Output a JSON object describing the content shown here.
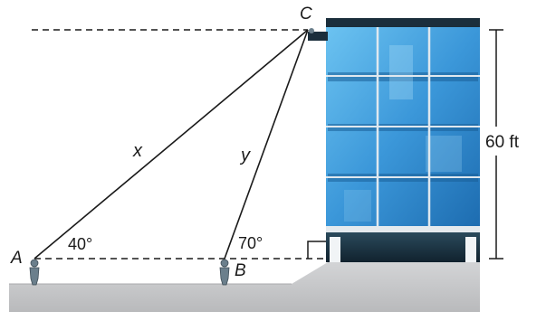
{
  "labels": {
    "point_a": "A",
    "point_b": "B",
    "point_c": "C",
    "side_x": "x",
    "side_y": "y",
    "angle_a": "40°",
    "angle_b": "70°",
    "height": "60 ft"
  },
  "colors": {
    "ground": "#c8c9cb",
    "ground_edge": "#a9aaac",
    "glass_light": "#5fb6ea",
    "glass_dark": "#1f6fb3",
    "building_frame": "#1b2e3c",
    "mullion": "#dfe8ef",
    "line": "#1a1a1a",
    "figure": "#6b7f8c"
  }
}
